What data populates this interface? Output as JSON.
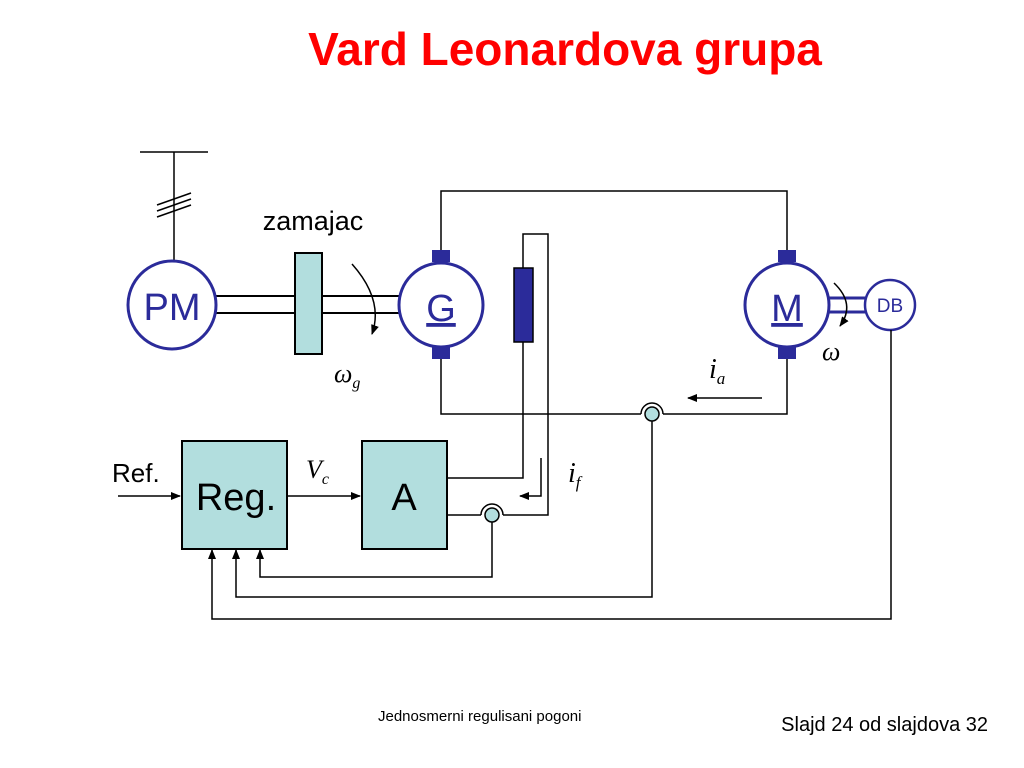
{
  "slide": {
    "title": "Vard Leonardova grupa",
    "footer_center": "Jednosmerni regulisani pogoni",
    "footer_right": "Slajd 24 od slajdova 32"
  },
  "diagram": {
    "pm_label": "PM",
    "flywheel_label": "zamajac",
    "generator_label": "G",
    "motor_label": "M",
    "dynamo_label": "DB",
    "omega_g_symbol": "ω",
    "omega_g_sub": "g",
    "omega_symbol": "ω",
    "ia_symbol": "i",
    "ia_sub": "a",
    "if_symbol": "i",
    "if_sub": "f",
    "vc_symbol": "V",
    "vc_sub": "c",
    "ref_label": "Ref.",
    "reg_label": "Reg.",
    "amp_label": "A"
  },
  "colors": {
    "title": "#ff0000",
    "machine_outline": "#2b2b9a",
    "brush": "#2b2b9a",
    "block_fill": "#b2dede",
    "field_winding": "#2b2b9a"
  }
}
